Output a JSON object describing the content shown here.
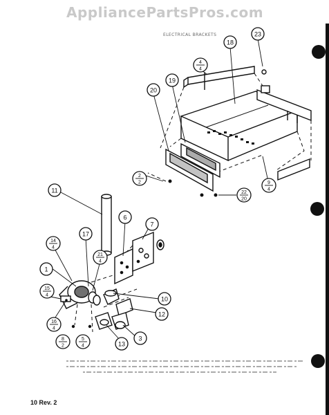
{
  "header": {
    "watermark": "AppliancePartsPros.com",
    "heading": "ELECTRICAL BRACKETS"
  },
  "callouts": [
    {
      "id": "c1",
      "label": "1"
    },
    {
      "id": "c3",
      "label": "3"
    },
    {
      "id": "c6",
      "label": "6"
    },
    {
      "id": "c7",
      "label": "7"
    },
    {
      "id": "c10",
      "label": "10"
    },
    {
      "id": "c11",
      "label": "11"
    },
    {
      "id": "c12",
      "label": "12"
    },
    {
      "id": "c13",
      "label": "13"
    },
    {
      "id": "c17",
      "label": "17"
    },
    {
      "id": "c18",
      "label": "18"
    },
    {
      "id": "c19",
      "label": "19"
    },
    {
      "id": "c20",
      "label": "20"
    },
    {
      "id": "c23",
      "label": "23"
    }
  ],
  "fraction_callouts": [
    {
      "id": "f4_4",
      "num": "4",
      "den": "4"
    },
    {
      "id": "f2_2",
      "num": "2",
      "den": "2"
    },
    {
      "id": "f22_20",
      "num": "22",
      "den": "20"
    },
    {
      "id": "f9_4",
      "num": "9",
      "den": "4"
    },
    {
      "id": "f14_4",
      "num": "14",
      "den": "4"
    },
    {
      "id": "f21_4",
      "num": "21",
      "den": "4"
    },
    {
      "id": "f15_4",
      "num": "15",
      "den": "4"
    },
    {
      "id": "f16_4",
      "num": "16",
      "den": "4"
    },
    {
      "id": "f8_2",
      "num": "8",
      "den": "2"
    },
    {
      "id": "f5_4",
      "num": "5",
      "den": "4"
    }
  ],
  "footer": {
    "page_code": "10 Rev. 2"
  }
}
